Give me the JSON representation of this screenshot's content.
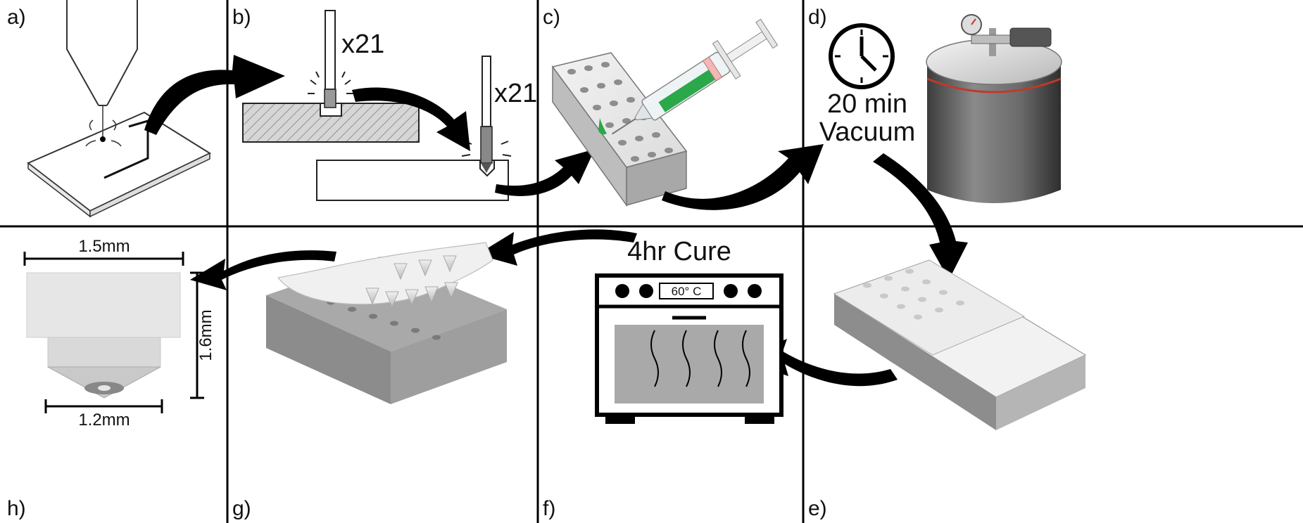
{
  "panels": {
    "a": "a)",
    "b": "b)",
    "c": "c)",
    "d": "d)",
    "e": "e)",
    "f": "f)",
    "g": "g)",
    "h": "h)"
  },
  "steps": {
    "drill_count_1": "x21",
    "drill_count_2": "x21",
    "vacuum_time": "20 min",
    "vacuum_label": "Vacuum",
    "cure_label": "4hr Cure",
    "oven_temp": "60° C"
  },
  "dimensions": {
    "top_width": "1.5mm",
    "height": "1.6mm",
    "bottom_width": "1.2mm"
  },
  "colors": {
    "resin_green": "#2aa84a",
    "mold_gray": "#9a9a9a",
    "oven_window": "#a9a9a9",
    "chamber_seal": "#c0392b"
  }
}
